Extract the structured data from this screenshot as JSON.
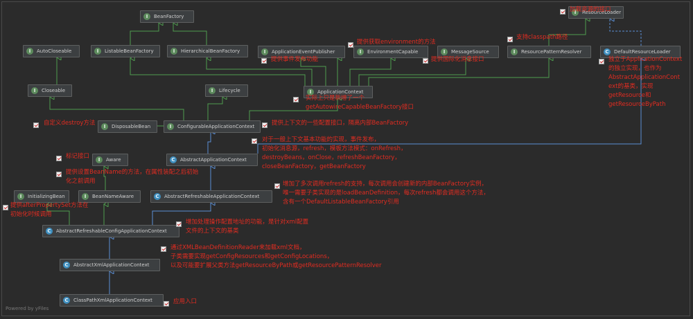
{
  "nodes": {
    "beanfactory": {
      "label": "BeanFactory",
      "kind": "I"
    },
    "autocloseable": {
      "label": "AutoCloseable",
      "kind": "I"
    },
    "listable": {
      "label": "ListableBeanFactory",
      "kind": "I"
    },
    "hierarchical": {
      "label": "HierarchicalBeanFactory",
      "kind": "I"
    },
    "eventpublisher": {
      "label": "ApplicationEventPublisher",
      "kind": "I"
    },
    "envcapable": {
      "label": "EnvironmentCapable",
      "kind": "I"
    },
    "messagesource": {
      "label": "MessageSource",
      "kind": "I"
    },
    "patternresolver": {
      "label": "ResourcePatternResolver",
      "kind": "I"
    },
    "defaultresourceloader": {
      "label": "DefaultResourceLoader",
      "kind": "C"
    },
    "resourceloader": {
      "label": "ResourceLoader",
      "kind": "I"
    },
    "closeable": {
      "label": "Closeable",
      "kind": "I"
    },
    "lifecycle": {
      "label": "Lifecycle",
      "kind": "I"
    },
    "applicationcontext": {
      "label": "ApplicationContext",
      "kind": "I"
    },
    "disposable": {
      "label": "DisposableBean",
      "kind": "I"
    },
    "configurable": {
      "label": "ConfigurableApplicationContext",
      "kind": "I"
    },
    "aware": {
      "label": "Aware",
      "kind": "I"
    },
    "abstractappctx": {
      "label": "AbstractApplicationContext",
      "kind": "C"
    },
    "initializing": {
      "label": "InitializingBean",
      "kind": "I"
    },
    "beannameaware": {
      "label": "BeanNameAware",
      "kind": "I"
    },
    "abstractrefreshable": {
      "label": "AbstractRefreshableApplicationContext",
      "kind": "C"
    },
    "abstractrefreshableconfig": {
      "label": "AbstractRefreshableConfigApplicationContext",
      "kind": "C"
    },
    "abstractxml": {
      "label": "AbstractXmlApplicationContext",
      "kind": "C"
    },
    "classpathxml": {
      "label": "ClassPathXmlApplicationContext",
      "kind": "C"
    }
  },
  "notes": {
    "n_resourceloader": [
      "加载资源的接口"
    ],
    "n_env": [
      "提供获取environment的方法"
    ],
    "n_classpath": [
      "支持classpath路径"
    ],
    "n_event": [
      "提供事件发布功能"
    ],
    "n_message": [
      "提供国际化消息接口"
    ],
    "n_defaultloader": [
      "独立于ApplicationContext",
      "的独立实现，也作为",
      "AbstractApplicationCont",
      "ext的基类，实现",
      "getResource和",
      "getResourceByPath"
    ],
    "n_appctx": [
      "实际上只是新增了一个",
      "getAutowireCapableBeanFactory接口"
    ],
    "n_destroy": [
      "自定义destroy方法"
    ],
    "n_configurable": [
      "提供上下文的一些配置接口，隔离内部BeanFactory"
    ],
    "n_abstractappctx": [
      "对于一般上下文基本功能的实现，事件发布，",
      "初始化消息源，refresh，模板方法模式：onRefresh，",
      "destroyBeans，onClose，refreshBeanFactory，",
      "closeBeanFactory，getBeanFactory"
    ],
    "n_aware": [
      "标记接口"
    ],
    "n_beanname": [
      "提供设置BeanName的方法，在属性装配之后初始",
      "化之前调用"
    ],
    "n_refreshable": [
      "增加了多次调用refresh的支持，每次调用会创建新的内部BeanFactory实例，",
      "唯一需要子类实现的是loadBeanDefinition，每次refresh都会调用这个方法，",
      "含有一个DefaultListableBeanFactory引用"
    ],
    "n_initializing": [
      "提供afterPropertySet方法在",
      "初始化时候调用"
    ],
    "n_config": [
      "增加处理操作配置地址的功能，是针对xml配置",
      "文件的上下文的基类"
    ],
    "n_xml": [
      "通过XMLBeanDefinitionReader来加载xml文档，",
      "子类需要实现getConfigResources和getConfigLocations，",
      "以及可能要扩展父类方法getResourceByPath或getResourcePatternResolver"
    ],
    "n_classpathxml": [
      "应用入口"
    ]
  },
  "footer": "Powered by yFiles",
  "colors": {
    "background": "#2b2b2b",
    "node": "#3c3f41",
    "interface_icon": "#5c8a5c",
    "class_icon": "#3f8fbf",
    "extends_edge": "#4f9e4f",
    "implements_edge": "#5b8fd6",
    "note_text": "#e32c21"
  }
}
